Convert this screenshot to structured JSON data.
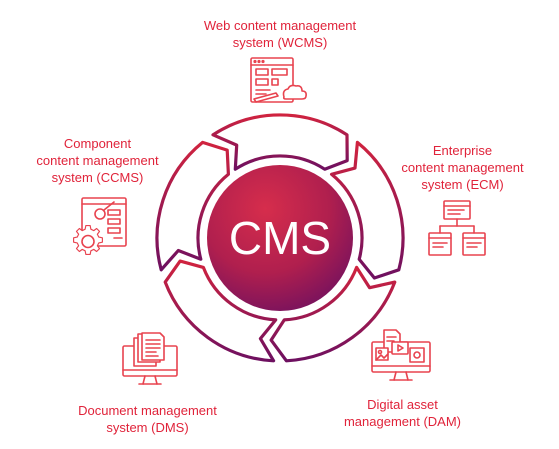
{
  "center": {
    "label": "CMS"
  },
  "nodes": {
    "wcms": {
      "lines": [
        "Web content management",
        "system (WCMS)"
      ],
      "icon": "web-page-editor-icon"
    },
    "ecm": {
      "lines": [
        "Enterprise",
        "content management",
        "system (ECM)"
      ],
      "icon": "document-hierarchy-icon"
    },
    "dam": {
      "lines": [
        "Digital asset",
        "management (DAM)"
      ],
      "icon": "media-assets-monitor-icon"
    },
    "dms": {
      "lines": [
        "Document management",
        "system (DMS)"
      ],
      "icon": "documents-monitor-icon"
    },
    "ccms": {
      "lines": [
        "Component",
        "content management",
        "system (CCMS)"
      ],
      "icon": "component-gear-icon"
    }
  },
  "colors": {
    "label": "#e0233a",
    "icon": "#e8434f",
    "ring_start": "#d0233f",
    "ring_end": "#6e1060",
    "hub_start": "#c42046",
    "hub_end": "#6e1060"
  }
}
